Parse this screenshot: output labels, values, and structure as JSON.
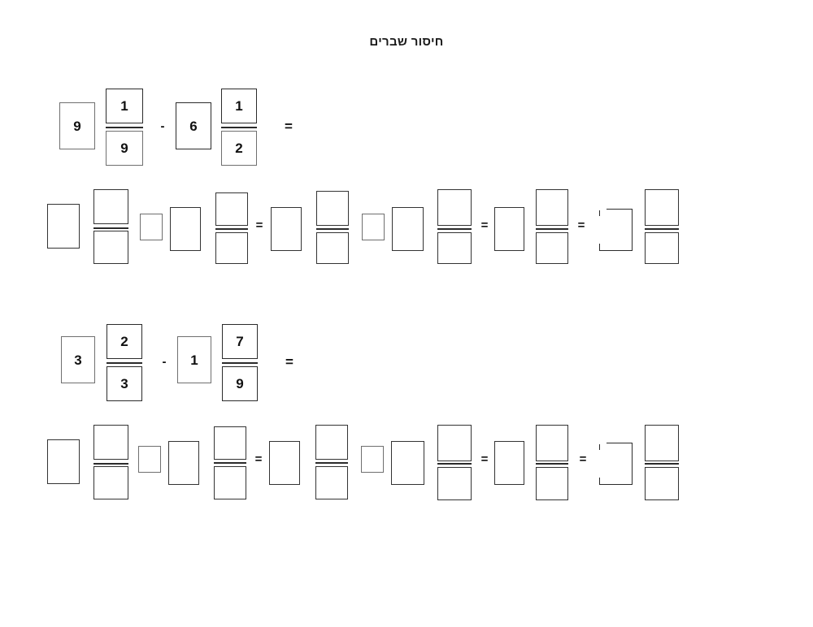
{
  "page": {
    "title": "חיסור שברים",
    "language": "he",
    "background_color": "#ffffff",
    "ink_color": "#2b2b2b"
  },
  "problems": [
    {
      "index": 1,
      "expression_label": "9 1/9 - 6 1/2 =",
      "operands": [
        {
          "whole": "9",
          "numerator": "1",
          "denominator": "9"
        },
        {
          "whole": "6",
          "numerator": "1",
          "denominator": "2"
        }
      ],
      "operator": "-",
      "equals": "=",
      "answer_row": {
        "filled": false,
        "segments": [
          {
            "kind": "mixed-blank",
            "whole": "",
            "numerator": "",
            "denominator": ""
          },
          {
            "kind": "operator-blank",
            "value": ""
          },
          {
            "kind": "mixed-blank",
            "whole": "",
            "numerator": "",
            "denominator": ""
          },
          {
            "kind": "equals",
            "value": "="
          },
          {
            "kind": "mixed-blank",
            "whole": "",
            "numerator": "",
            "denominator": ""
          },
          {
            "kind": "operator-blank",
            "value": ""
          },
          {
            "kind": "mixed-blank",
            "whole": "",
            "numerator": "",
            "denominator": ""
          },
          {
            "kind": "equals",
            "value": "="
          },
          {
            "kind": "mixed-blank",
            "whole": "",
            "numerator": "",
            "denominator": ""
          },
          {
            "kind": "equals",
            "value": "="
          },
          {
            "kind": "mixed-blank-broken",
            "whole": "",
            "numerator": "",
            "denominator": ""
          }
        ]
      }
    },
    {
      "index": 2,
      "expression_label": "3 2/3 - 1 7/9 =",
      "operands": [
        {
          "whole": "3",
          "numerator": "2",
          "denominator": "3"
        },
        {
          "whole": "1",
          "numerator": "7",
          "denominator": "9"
        }
      ],
      "operator": "-",
      "equals": "=",
      "answer_row": {
        "filled": false,
        "segments": [
          {
            "kind": "mixed-blank",
            "whole": "",
            "numerator": "",
            "denominator": ""
          },
          {
            "kind": "operator-blank",
            "value": ""
          },
          {
            "kind": "mixed-blank",
            "whole": "",
            "numerator": "",
            "denominator": ""
          },
          {
            "kind": "equals",
            "value": "="
          },
          {
            "kind": "mixed-blank",
            "whole": "",
            "numerator": "",
            "denominator": ""
          },
          {
            "kind": "operator-blank",
            "value": ""
          },
          {
            "kind": "mixed-blank",
            "whole": "",
            "numerator": "",
            "denominator": ""
          },
          {
            "kind": "equals",
            "value": "="
          },
          {
            "kind": "mixed-blank",
            "whole": "",
            "numerator": "",
            "denominator": ""
          },
          {
            "kind": "equals",
            "value": "="
          },
          {
            "kind": "mixed-blank-broken",
            "whole": "",
            "numerator": "",
            "denominator": ""
          }
        ]
      }
    }
  ]
}
